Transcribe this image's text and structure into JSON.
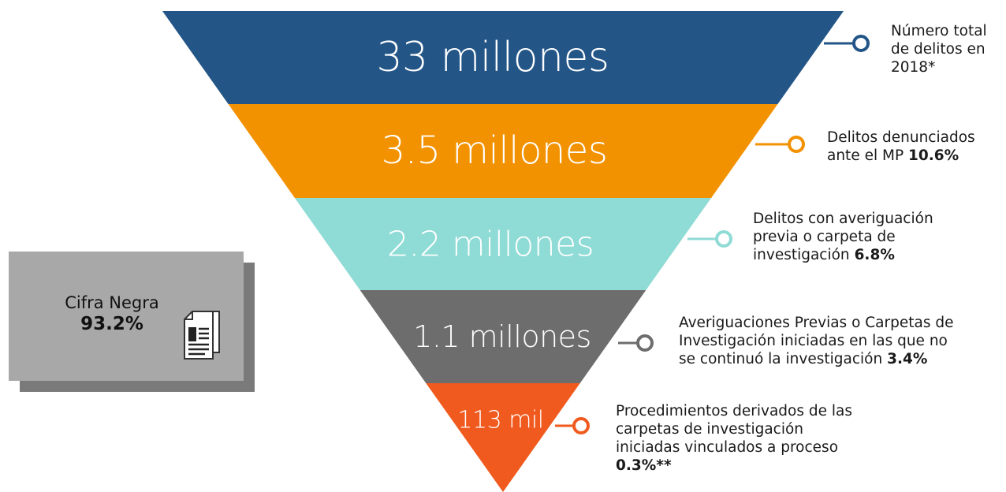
{
  "funnel": {
    "levels": [
      {
        "value": "33 millones",
        "color": "#235587",
        "desc": [
          "Número total",
          "de delitos en",
          "2018*"
        ],
        "pct": ""
      },
      {
        "value": "3.5 millones",
        "color": "#f39200",
        "desc": [
          "Delitos denunciados",
          "ante el MP"
        ],
        "pct": "10.6%"
      },
      {
        "value": "2.2 millones",
        "color": "#8fdbd5",
        "desc": [
          "Delitos con averiguación",
          "previa o carpeta de",
          "investigación"
        ],
        "pct": "6.8%"
      },
      {
        "value": "1.1 millones",
        "color": "#6d6d6d",
        "desc": [
          "Averiguaciones Previas o Carpetas de",
          "Investigación iniciadas en las que no",
          "se continuó la investigación"
        ],
        "pct": "3.4%"
      },
      {
        "value": "113 mil",
        "color": "#f15a1e",
        "desc": [
          "Procedimientos derivados de las",
          "carpetas de investigación",
          "iniciadas vinculados a proceso"
        ],
        "pct": "0.3%**"
      }
    ]
  },
  "cifra_negra": {
    "title": "Cifra Negra",
    "value": "93.2%"
  },
  "icons": {
    "cifra_negra_icon": "document-icon"
  }
}
